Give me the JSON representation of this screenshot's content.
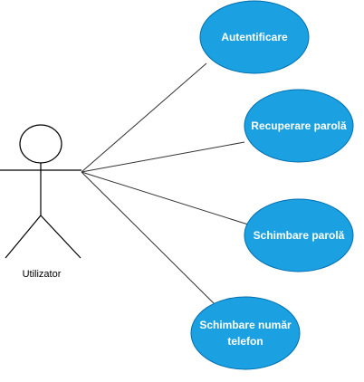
{
  "actor": {
    "label": "Utilizator"
  },
  "use_cases": [
    {
      "id": "autentificare",
      "lines": [
        "Autentificare"
      ]
    },
    {
      "id": "recuperare-parola",
      "lines": [
        "Recuperare parolă"
      ]
    },
    {
      "id": "schimbare-parola",
      "lines": [
        "Schimbare parolă"
      ]
    },
    {
      "id": "schimbare-numar-telefon",
      "lines": [
        "Schimbare număr",
        "telefon"
      ]
    }
  ],
  "colors": {
    "usecase_fill": "#1ba1e2",
    "usecase_stroke": "#006eaf",
    "usecase_text": "#ffffff",
    "line": "#333333",
    "actor_stroke": "#000000"
  }
}
